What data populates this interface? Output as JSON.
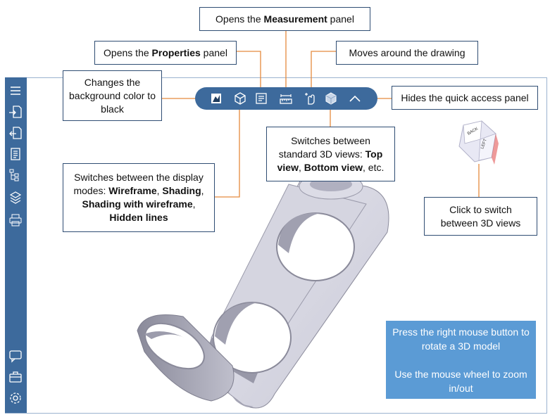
{
  "callouts": {
    "measurement": {
      "prefix": "Opens the ",
      "bold": "Measurement",
      "suffix": " panel"
    },
    "properties": {
      "prefix": "Opens the ",
      "bold": "Properties",
      "suffix": " panel"
    },
    "moves": {
      "text": "Moves around the drawing"
    },
    "background": {
      "text": "Changes the background color to black"
    },
    "hides": {
      "text": "Hides the quick access panel"
    },
    "views": {
      "prefix": "Switches between standard 3D views: ",
      "bold1": "Top view",
      "mid": ", ",
      "bold2": "Bottom view",
      "suffix": ", etc."
    },
    "display": {
      "prefix": "Switches between the display modes: ",
      "bold1": "Wireframe",
      "sep1": ", ",
      "bold2": "Shading",
      "sep2": ", ",
      "bold3": "Shading with wireframe",
      "sep3": ", ",
      "bold4": "Hidden lines"
    },
    "click3d": {
      "text": "Click to switch between 3D views"
    }
  },
  "info_box": {
    "line1": "Press the right mouse button to rotate a 3D model",
    "line2": "Use the mouse wheel to zoom in/out"
  },
  "view_cube": {
    "face_back": "BACK",
    "face_left": "LEFT"
  },
  "toolbar_icons": [
    "background-color-icon",
    "display-mode-icon",
    "properties-icon",
    "measurement-icon",
    "pan-icon",
    "standard-views-icon",
    "hide-panel-icon"
  ],
  "sidebar_icons": [
    "menu-icon",
    "import-icon",
    "export-icon",
    "document-icon",
    "tree-icon",
    "layers-icon",
    "print-icon",
    "comment-icon",
    "briefcase-icon",
    "settings-icon"
  ],
  "colors": {
    "sidebar": "#3d6a9c",
    "info_box": "#5b9bd5",
    "leader": "#e58a3d"
  }
}
